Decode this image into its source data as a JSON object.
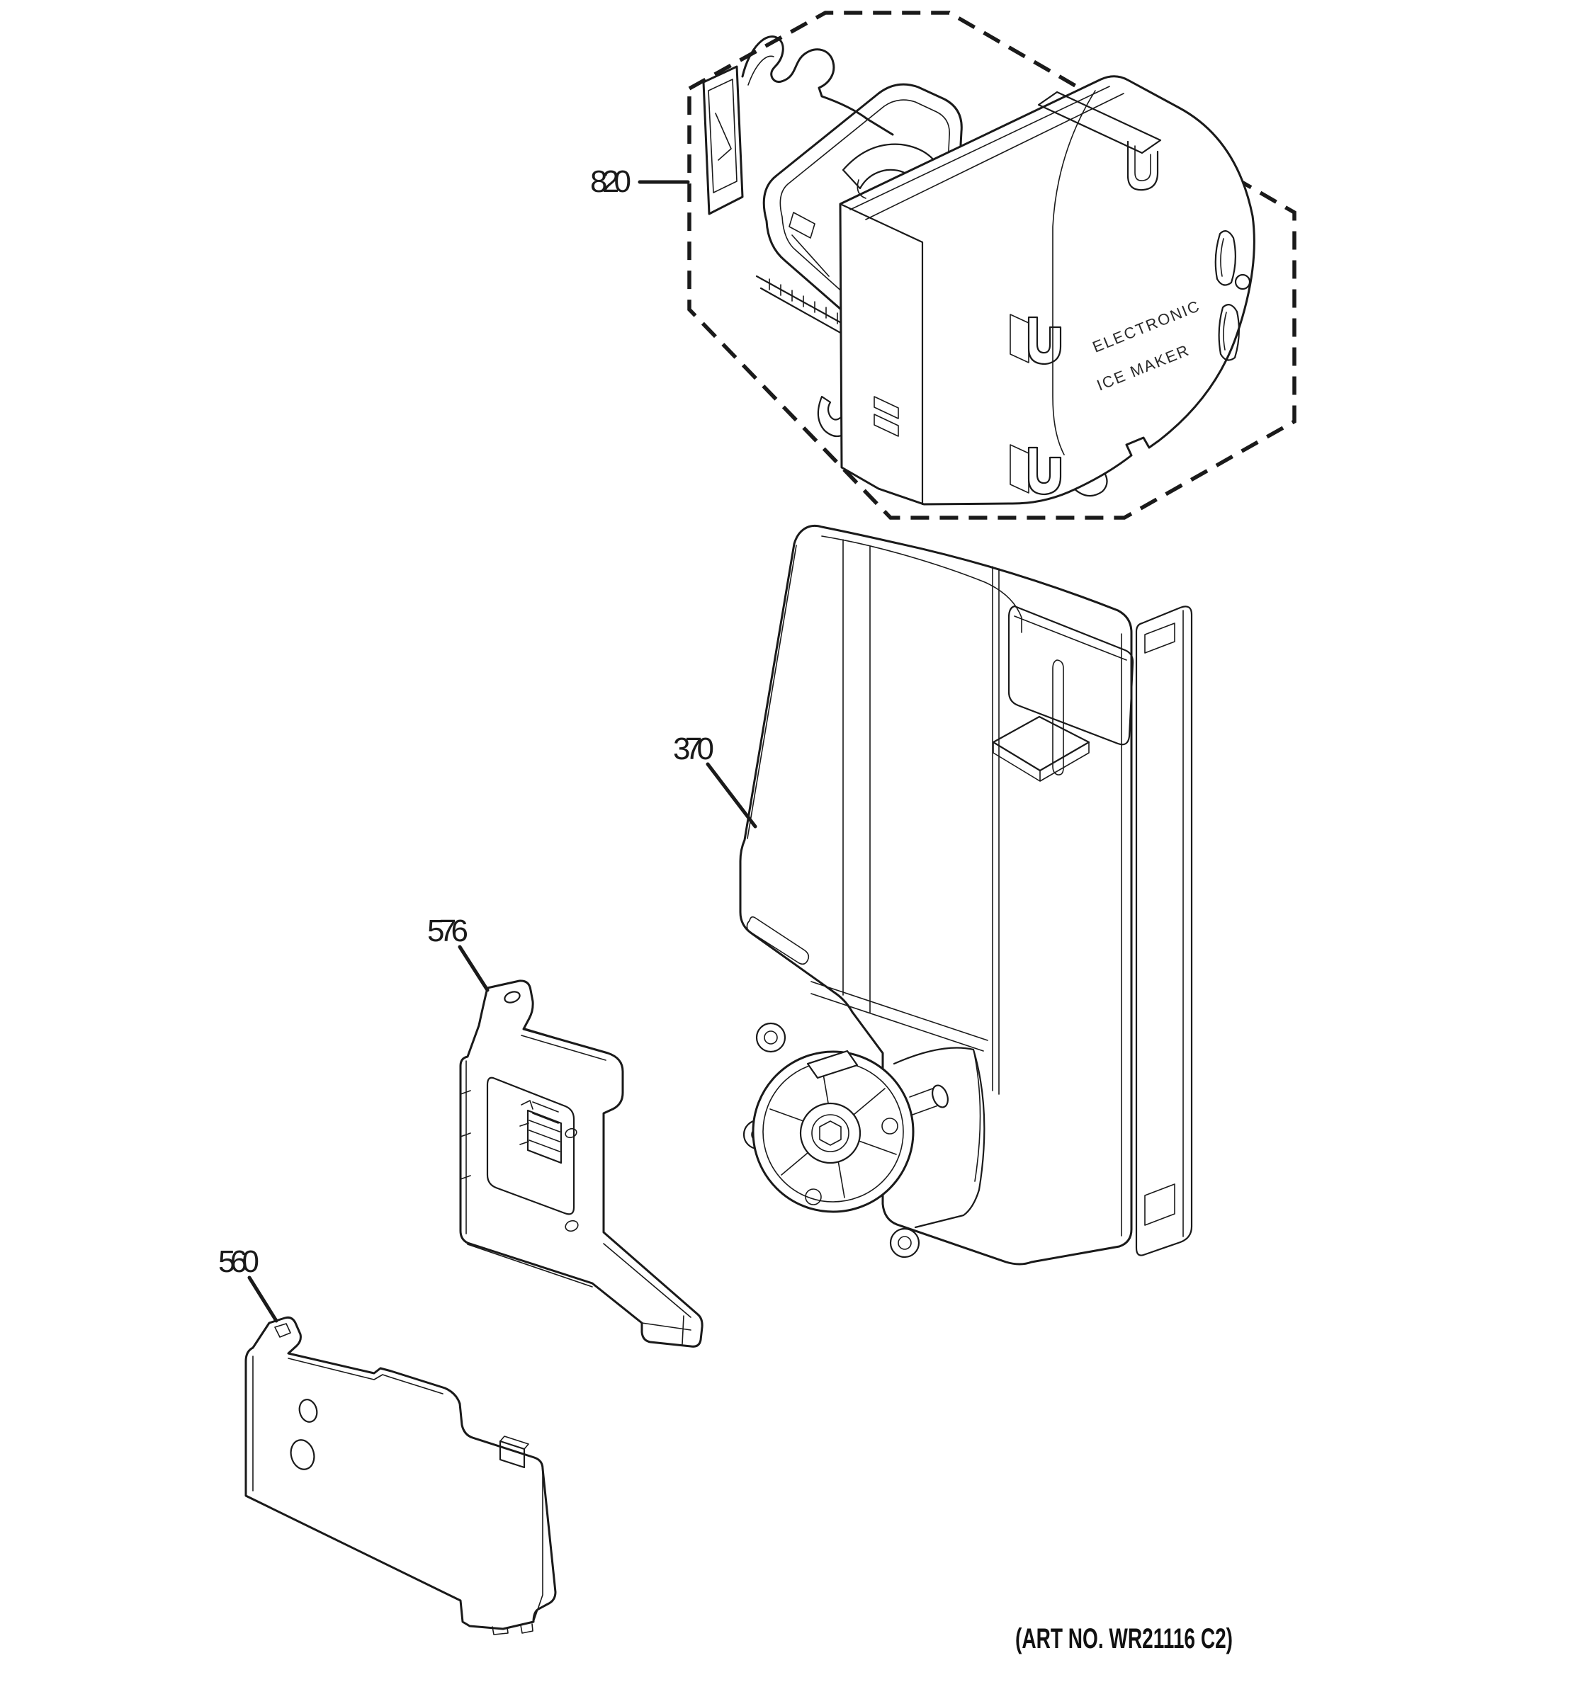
{
  "diagram": {
    "title": "refrigerator-ice-maker-parts-diagram",
    "colors": {
      "background": "#ffffff",
      "line": "#1a1a1a"
    },
    "footer": {
      "art_no": "(ART NO. WR21116 C2)"
    },
    "part_labels": {
      "p820": "820",
      "p370": "370",
      "p576": "576",
      "p560": "560"
    },
    "icemaker_text": {
      "line1": "ELECTRONIC",
      "line2": "ICE MAKER"
    }
  }
}
